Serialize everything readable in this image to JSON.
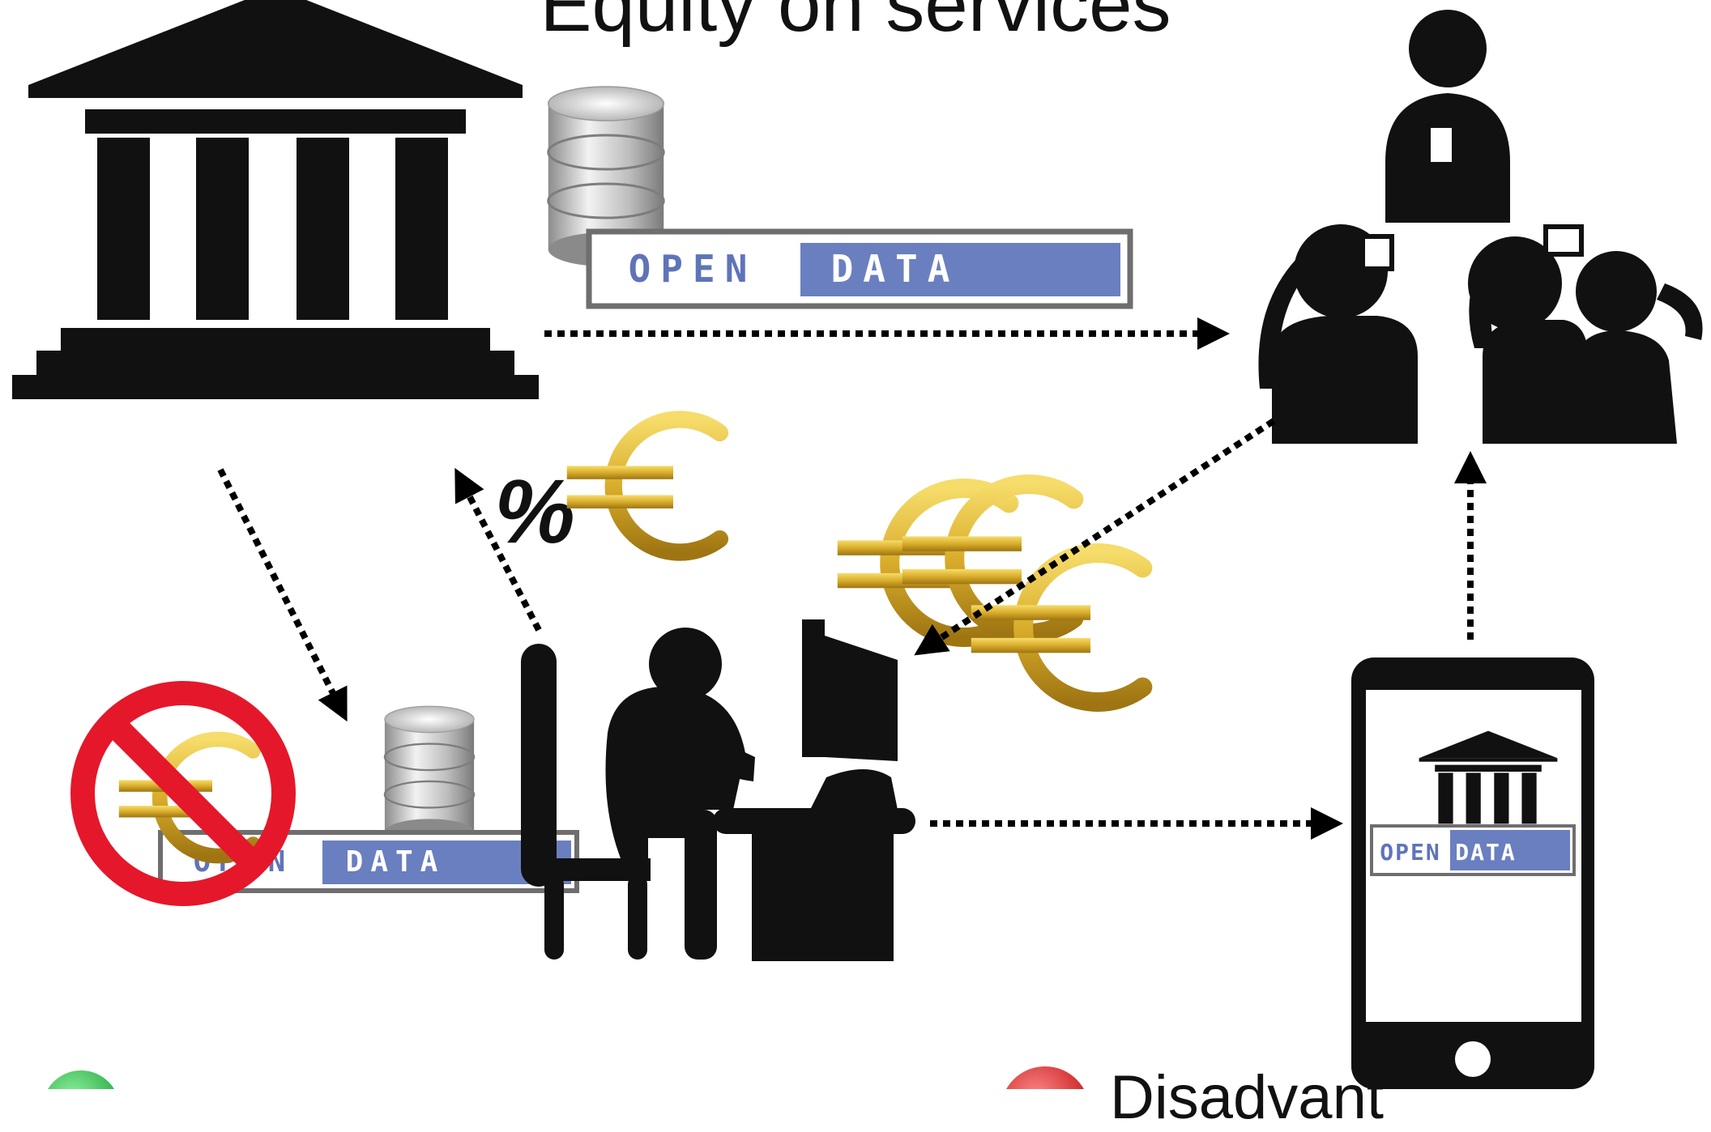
{
  "title": "Equity on services",
  "open_data_badges": [
    {
      "left": "OPEN",
      "right": "DATA"
    },
    {
      "left": "OPEN",
      "right": "DATA"
    },
    {
      "left": "OPEN",
      "right": "DATA"
    }
  ],
  "percent_symbol": "%",
  "bottom_right_label": "Disadvant",
  "colors": {
    "badge_blue": "#6a7fc0",
    "badge_text": "#5f74b8",
    "gold": "#d9ad2b",
    "no_sign_red": "#e4182a",
    "bullet_green": "#2ec44a",
    "bullet_red": "#d41b1b"
  }
}
